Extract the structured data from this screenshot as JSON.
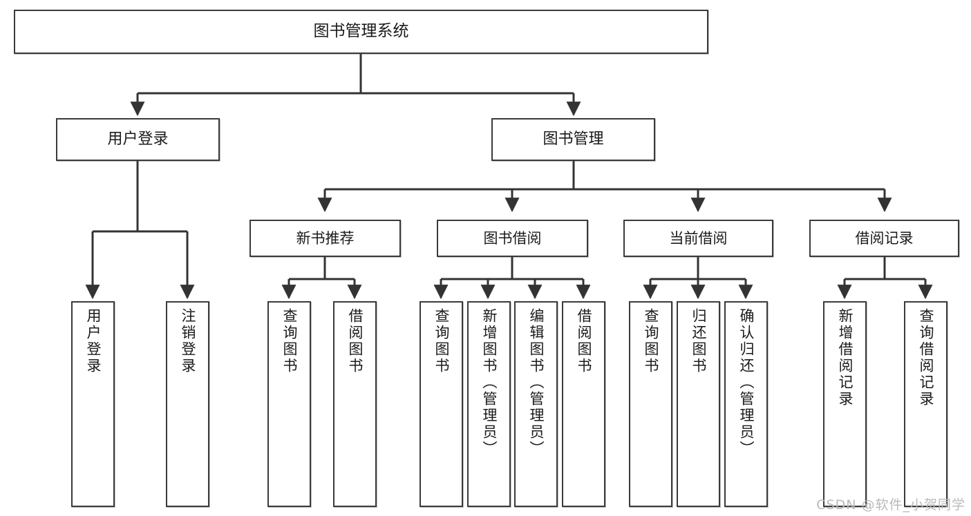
{
  "diagram": {
    "title": "图书管理系统",
    "type": "tree-hierarchy-diagram",
    "watermark": "CSDN @软件_小贺同学",
    "colors": {
      "box_border": "#3a3a3a",
      "box_fill": "#ffffff",
      "edge": "#333333",
      "text": "#1a1a1a",
      "watermark": "#b9b9b9"
    }
  },
  "nodes": {
    "root": {
      "label": "图书管理系统"
    },
    "level2": [
      {
        "id": "user-login",
        "label": "用户登录"
      },
      {
        "id": "book-management",
        "label": "图书管理"
      }
    ],
    "level3": [
      {
        "id": "new-book-recommend",
        "label": "新书推荐"
      },
      {
        "id": "book-borrow",
        "label": "图书借阅"
      },
      {
        "id": "current-borrow",
        "label": "当前借阅"
      },
      {
        "id": "borrow-record",
        "label": "借阅记录"
      }
    ],
    "leaves": {
      "user_login": [
        {
          "id": "leaf-user-login",
          "label": "用户登录"
        },
        {
          "id": "leaf-logout-login",
          "label": "注销登录"
        }
      ],
      "new_book_recommend": [
        {
          "id": "leaf-query-book-1",
          "label": "查询图书"
        },
        {
          "id": "leaf-borrow-book-1",
          "label": "借阅图书"
        }
      ],
      "book_borrow": [
        {
          "id": "leaf-query-book-2",
          "label": "查询图书"
        },
        {
          "id": "leaf-add-book",
          "label": "新增图书（管理员）"
        },
        {
          "id": "leaf-edit-book",
          "label": "编辑图书（管理员）"
        },
        {
          "id": "leaf-borrow-book-2",
          "label": "借阅图书"
        }
      ],
      "current_borrow": [
        {
          "id": "leaf-query-book-3",
          "label": "查询图书"
        },
        {
          "id": "leaf-return-book",
          "label": "归还图书"
        },
        {
          "id": "leaf-confirm-return",
          "label": "确认归还（管理员）"
        }
      ],
      "borrow_record": [
        {
          "id": "leaf-add-borrow-record",
          "label": "新增借阅记录"
        },
        {
          "id": "leaf-query-borrow-record",
          "label": "查询借阅记录"
        }
      ]
    }
  }
}
